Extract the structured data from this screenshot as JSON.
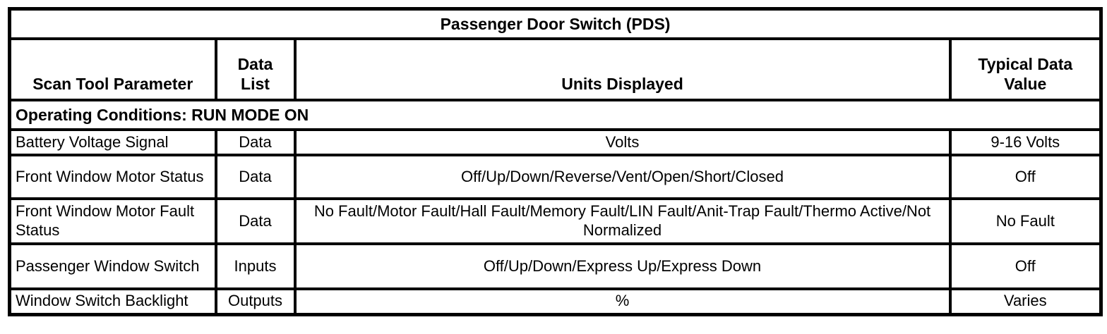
{
  "table": {
    "title": "Passenger Door Switch (PDS)",
    "columns": {
      "parameter": "Scan Tool Parameter",
      "data_list": "Data List",
      "units": "Units Displayed",
      "typical_value": "Typical Data Value"
    },
    "section_header": "Operating Conditions: RUN MODE ON",
    "rows": [
      {
        "parameter": "Battery Voltage Signal",
        "data_list": "Data",
        "units": "Volts",
        "typical_value": "9-16 Volts"
      },
      {
        "parameter": "Front Window Motor Status",
        "data_list": "Data",
        "units": "Off/Up/Down/Reverse/Vent/Open/Short/Closed",
        "typical_value": "Off"
      },
      {
        "parameter": "Front Window Motor Fault Status",
        "data_list": "Data",
        "units": "No Fault/Motor Fault/Hall Fault/Memory Fault/LIN Fault/Anit-Trap Fault/Thermo Active/Not Normalized",
        "typical_value": "No Fault"
      },
      {
        "parameter": "Passenger Window Switch",
        "data_list": "Inputs",
        "units": "Off/Up/Down/Express Up/Express Down",
        "typical_value": "Off"
      },
      {
        "parameter": "Window Switch Backlight",
        "data_list": "Outputs",
        "units": "%",
        "typical_value": "Varies"
      }
    ],
    "colors": {
      "border": "#000000",
      "text": "#000000",
      "background": "#ffffff"
    }
  }
}
